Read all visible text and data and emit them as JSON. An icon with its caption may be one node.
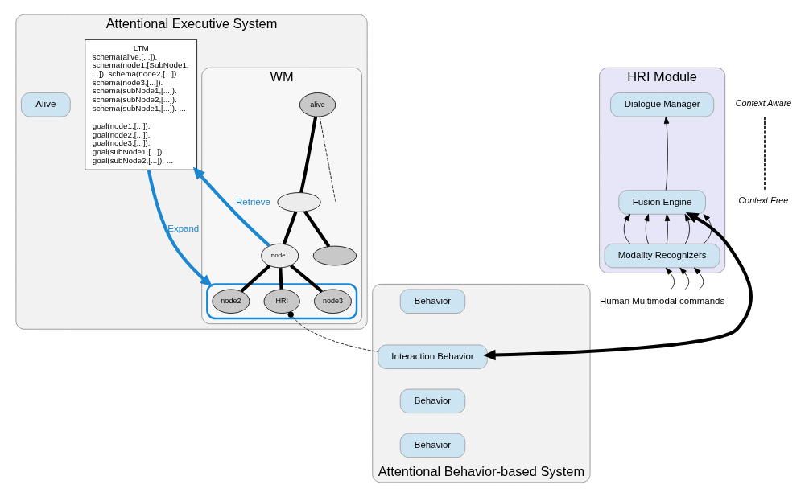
{
  "diagram": {
    "nodes": [
      {
        "text": [
          "Attentional Executive System"
        ]
      },
      {
        "text": [
          "LTM",
          "schema(alive,[...]). schema(node1,[SubNode1, ...]). schema(node2,[...]). schema(node3,[...]). schema(subNode1,[...]). schema(subNode2,[...]). schema(subNode1,[...]). ...",
          "goal(node1,[...]). goal(node2,[...]). goal(node3,[...]). goal(subNode1,[...]). goal(subNode2,[...]). ..."
        ],
        "in": 0
      },
      {
        "text": [
          "Alive"
        ],
        "in": 0
      },
      {
        "text": [
          "WM"
        ],
        "in": 0
      },
      {
        "text": [
          "alive"
        ],
        "in": 3
      },
      {
        "text": [],
        "shape": "ellipse",
        "in": 3
      },
      {
        "text": [
          "node1"
        ],
        "in": 3
      },
      {
        "text": [],
        "shape": "ellipse",
        "in": 3
      },
      {
        "text": [],
        "shape": "ellipse",
        "in": 3
      },
      {
        "text": [
          "node2"
        ],
        "in": 8
      },
      {
        "text": [
          "HRI"
        ],
        "in": 8
      },
      {
        "text": [
          "node3"
        ],
        "in": 8
      },
      {
        "text": [
          "HRI Module"
        ]
      },
      {
        "text": [
          "Dialogue Manager"
        ],
        "in": 12
      },
      {
        "text": [
          "Fusion Engine"
        ],
        "in": 12
      },
      {
        "text": [
          "Modality Recognizers"
        ],
        "in": 12
      },
      {
        "text": [
          "Attentional Behavior-based System"
        ]
      },
      {
        "text": [
          "Behavior"
        ],
        "in": 16
      },
      {
        "text": [
          "Interaction Behavior"
        ],
        "in": 16
      },
      {
        "text": [
          "Behavior"
        ],
        "in": 16
      },
      {
        "text": [
          "Behavior"
        ],
        "in": 16
      },
      {
        "text": [
          "Human Multimodal commands"
        ]
      }
    ],
    "edges": [
      {
        "from": 4,
        "to": 5,
        "arrow": "none",
        "style": "thick"
      },
      {
        "from": 4,
        "to": null,
        "arrow": "none",
        "style": "dashed"
      },
      {
        "from": 5,
        "to": 6,
        "arrow": "none",
        "style": "thick"
      },
      {
        "from": 5,
        "to": 7,
        "arrow": "none",
        "style": "thick"
      },
      {
        "from": 6,
        "to": 9,
        "arrow": "none",
        "style": "thick"
      },
      {
        "from": 6,
        "to": 10,
        "arrow": "none",
        "style": "thick"
      },
      {
        "from": 6,
        "to": 11,
        "arrow": "none",
        "style": "thick"
      },
      {
        "from": 6,
        "to": 1,
        "arrow": "to",
        "label": "Retrieve",
        "style": "thick",
        "color": "#1a87d0"
      },
      {
        "from": 1,
        "to": 8,
        "arrow": "to",
        "label": "Expand",
        "style": "thick",
        "color": "#1a87d0"
      },
      {
        "from": 10,
        "to": 18,
        "arrow": "other",
        "style": "dashed"
      },
      {
        "from": 18,
        "to": 14,
        "arrow": "both",
        "style": "thick"
      },
      {
        "from": 14,
        "to": 13,
        "arrow": "to"
      },
      {
        "from": 15,
        "to": 14,
        "arrow": "to"
      },
      {
        "from": 15,
        "to": 14,
        "arrow": "to"
      },
      {
        "from": 15,
        "to": 14,
        "arrow": "to"
      },
      {
        "from": 15,
        "to": 14,
        "arrow": "to"
      },
      {
        "from": 15,
        "to": 14,
        "arrow": "to"
      },
      {
        "from": 21,
        "to": 15,
        "arrow": "to"
      },
      {
        "from": 21,
        "to": 15,
        "arrow": "to"
      },
      {
        "from": 21,
        "to": 15,
        "arrow": "to"
      }
    ],
    "labels": [
      "Context Aware",
      "Context Free"
    ]
  }
}
